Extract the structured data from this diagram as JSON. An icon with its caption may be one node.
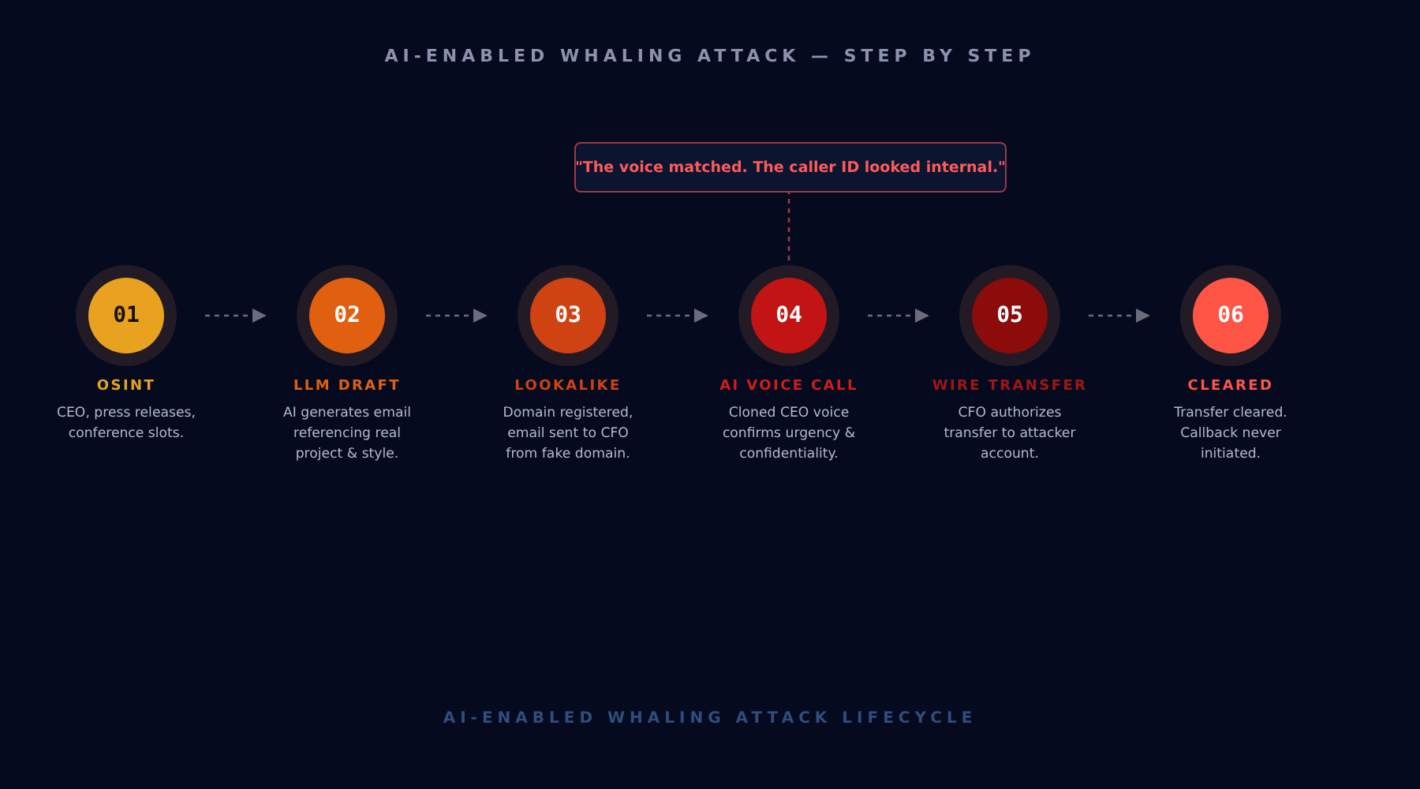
{
  "diagram": {
    "title": "AI-ENABLED WHALING ATTACK — STEP BY STEP",
    "caption": "AI-ENABLED WHALING ATTACK LIFECYCLE",
    "nodes": [
      {
        "text": [
          "01",
          "OSINT",
          "CEO, press releases, conference slots."
        ]
      },
      {
        "text": [
          "02",
          "LLM DRAFT",
          "AI generates email referencing real project & style."
        ]
      },
      {
        "text": [
          "03",
          "LOOKALIKE",
          "Domain registered, email sent to CFO from fake domain."
        ]
      },
      {
        "text": [
          "04",
          "AI VOICE CALL",
          "Cloned CEO voice confirms urgency & confidentiality."
        ]
      },
      {
        "text": [
          "05",
          "WIRE TRANSFER",
          "CFO authorizes transfer to attacker account."
        ]
      },
      {
        "text": [
          "06",
          "CLEARED",
          "Transfer cleared. Callback never initiated."
        ]
      },
      {
        "text": [
          "\"The voice matched. The caller ID looked internal.\""
        ]
      }
    ],
    "edges": [
      {
        "from": 0,
        "to": 1,
        "arrow": "to",
        "style": "dashed"
      },
      {
        "from": 1,
        "to": 2,
        "arrow": "to",
        "style": "dashed"
      },
      {
        "from": 2,
        "to": 3,
        "arrow": "to",
        "style": "dashed"
      },
      {
        "from": 3,
        "to": 4,
        "arrow": "to",
        "style": "dashed"
      },
      {
        "from": 4,
        "to": 5,
        "arrow": "to",
        "style": "dashed"
      },
      {
        "from": 6,
        "to": 3,
        "arrow": "none",
        "style": "dashed",
        "color": "#9a3a44"
      }
    ]
  }
}
